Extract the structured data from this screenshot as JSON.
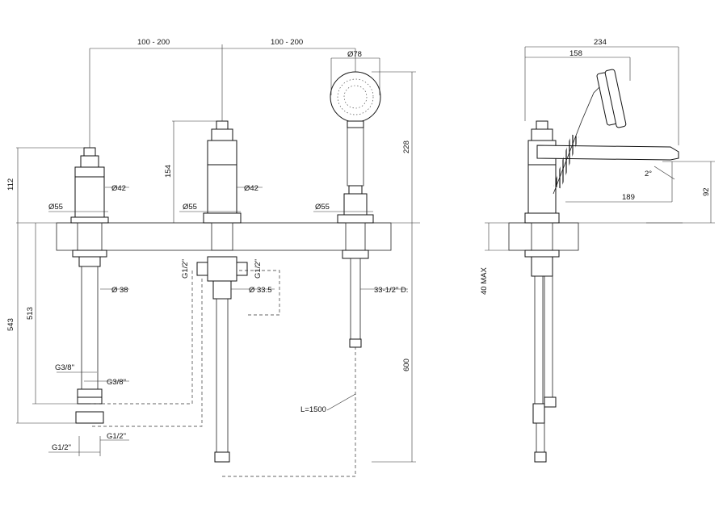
{
  "dimensions": {
    "spacing_left": "100 - 200",
    "spacing_right": "100 - 200",
    "head_diameter": "Ø78",
    "total_width": "234",
    "spout_reach": "158",
    "height_112": "112",
    "height_154": "154",
    "height_228": "228",
    "body_diameter_left": "Ø42",
    "body_diameter_mid": "Ø42",
    "base_diameter_left": "Ø55",
    "base_diameter_mid": "Ø55",
    "base_diameter_right": "Ø55",
    "angle": "2°",
    "spout_length": "189",
    "spout_height": "92",
    "deck_max": "40 MAX",
    "hose_543": "543",
    "hose_513": "513",
    "pipe_diameter_38": "Ø 38",
    "pipe_diameter_33": "Ø 33.5",
    "g12_left": "G1/2\"",
    "g12_right": "G1/2\"",
    "hose_thread": "33-1/2\" D.",
    "g38_left": "G3/8\"",
    "g38_right": "G3/8\"",
    "g12_bottom_left": "G1/2\"",
    "g12_bottom_right": "G1/2\"",
    "hose_length": "L=1500",
    "length_600": "600"
  }
}
